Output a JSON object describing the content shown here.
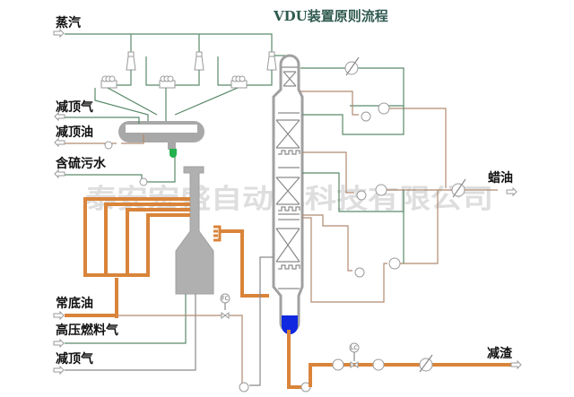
{
  "title": "VDU装置原则流程",
  "watermark": "泰安宏盛自动化科技有限公司",
  "streams": {
    "steam": "蒸汽",
    "vac_top_gas_out": "减顶气",
    "vac_top_oil": "减顶油",
    "sour_water": "含硫污水",
    "atm_residue": "常底油",
    "hp_fuel_gas": "高压燃料气",
    "vac_top_gas_in": "减顶气",
    "wax_oil": "蜡油",
    "vac_residue": "减渣"
  },
  "instruments": {
    "flow_controller": "FC",
    "level_controller": "LC"
  },
  "colors": {
    "steam_line": "#5a8a6a",
    "process_line": "#b08a70",
    "hot_oil_line": "#d9843a",
    "vessel": "#b0b0b0",
    "boot_liquid": "#22b14c",
    "bottoms_liquid": "#1028e0",
    "title": "#2f5a4f"
  }
}
